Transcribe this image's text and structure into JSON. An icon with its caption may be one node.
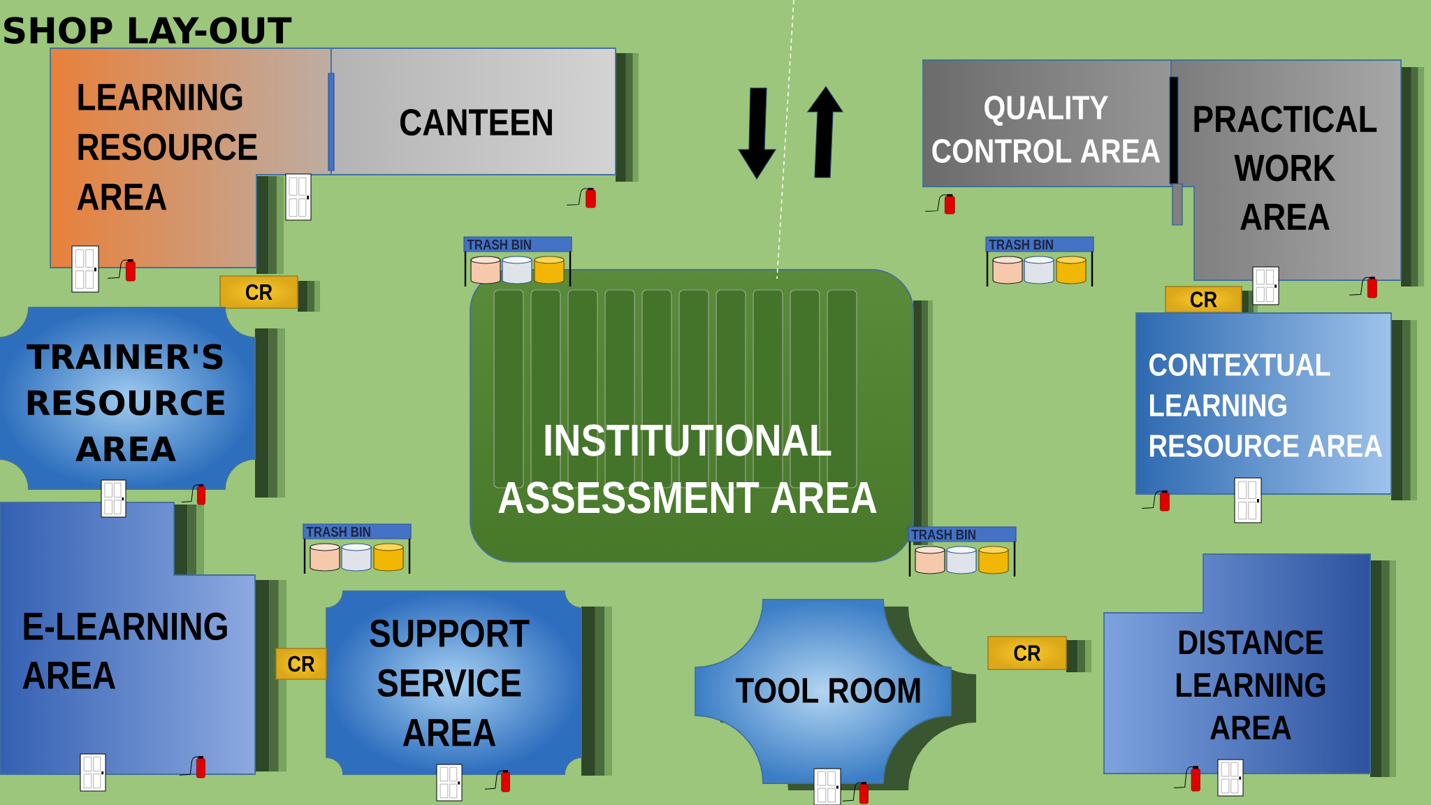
{
  "diagram": {
    "title": "SHOP LAY-OUT",
    "nodes": [
      {
        "text": [
          "LEARNING RESOURCE AREA"
        ]
      },
      {
        "text": [
          "CANTEEN"
        ]
      },
      {
        "text": [
          "QUALITY CONTROL AREA"
        ]
      },
      {
        "text": [
          "PRACTICAL WORK AREA"
        ]
      },
      {
        "text": [
          "TRASH BIN"
        ]
      },
      {
        "text": [
          "TRASH BIN"
        ]
      },
      {
        "text": [
          "CR"
        ]
      },
      {
        "text": [
          "CR"
        ]
      },
      {
        "text": [
          "TRAINER'S RESOURCE AREA"
        ]
      },
      {
        "text": [
          "INSTITUTIONAL ASSESSMENT AREA"
        ]
      },
      {
        "text": [
          "CONTEXTUAL LEARNING RESOURCE AREA"
        ]
      },
      {
        "text": [
          "E-LEARNING AREA"
        ]
      },
      {
        "text": [
          "TRASH BIN"
        ]
      },
      {
        "text": [
          "TRASH BIN"
        ]
      },
      {
        "text": [
          "SUPPORT SERVICE AREA"
        ]
      },
      {
        "text": [
          "CR"
        ]
      },
      {
        "text": [
          "TOOL ROOM"
        ]
      },
      {
        "text": [
          "CR"
        ]
      },
      {
        "text": [
          "DISTANCE LEARNING AREA"
        ]
      }
    ]
  }
}
